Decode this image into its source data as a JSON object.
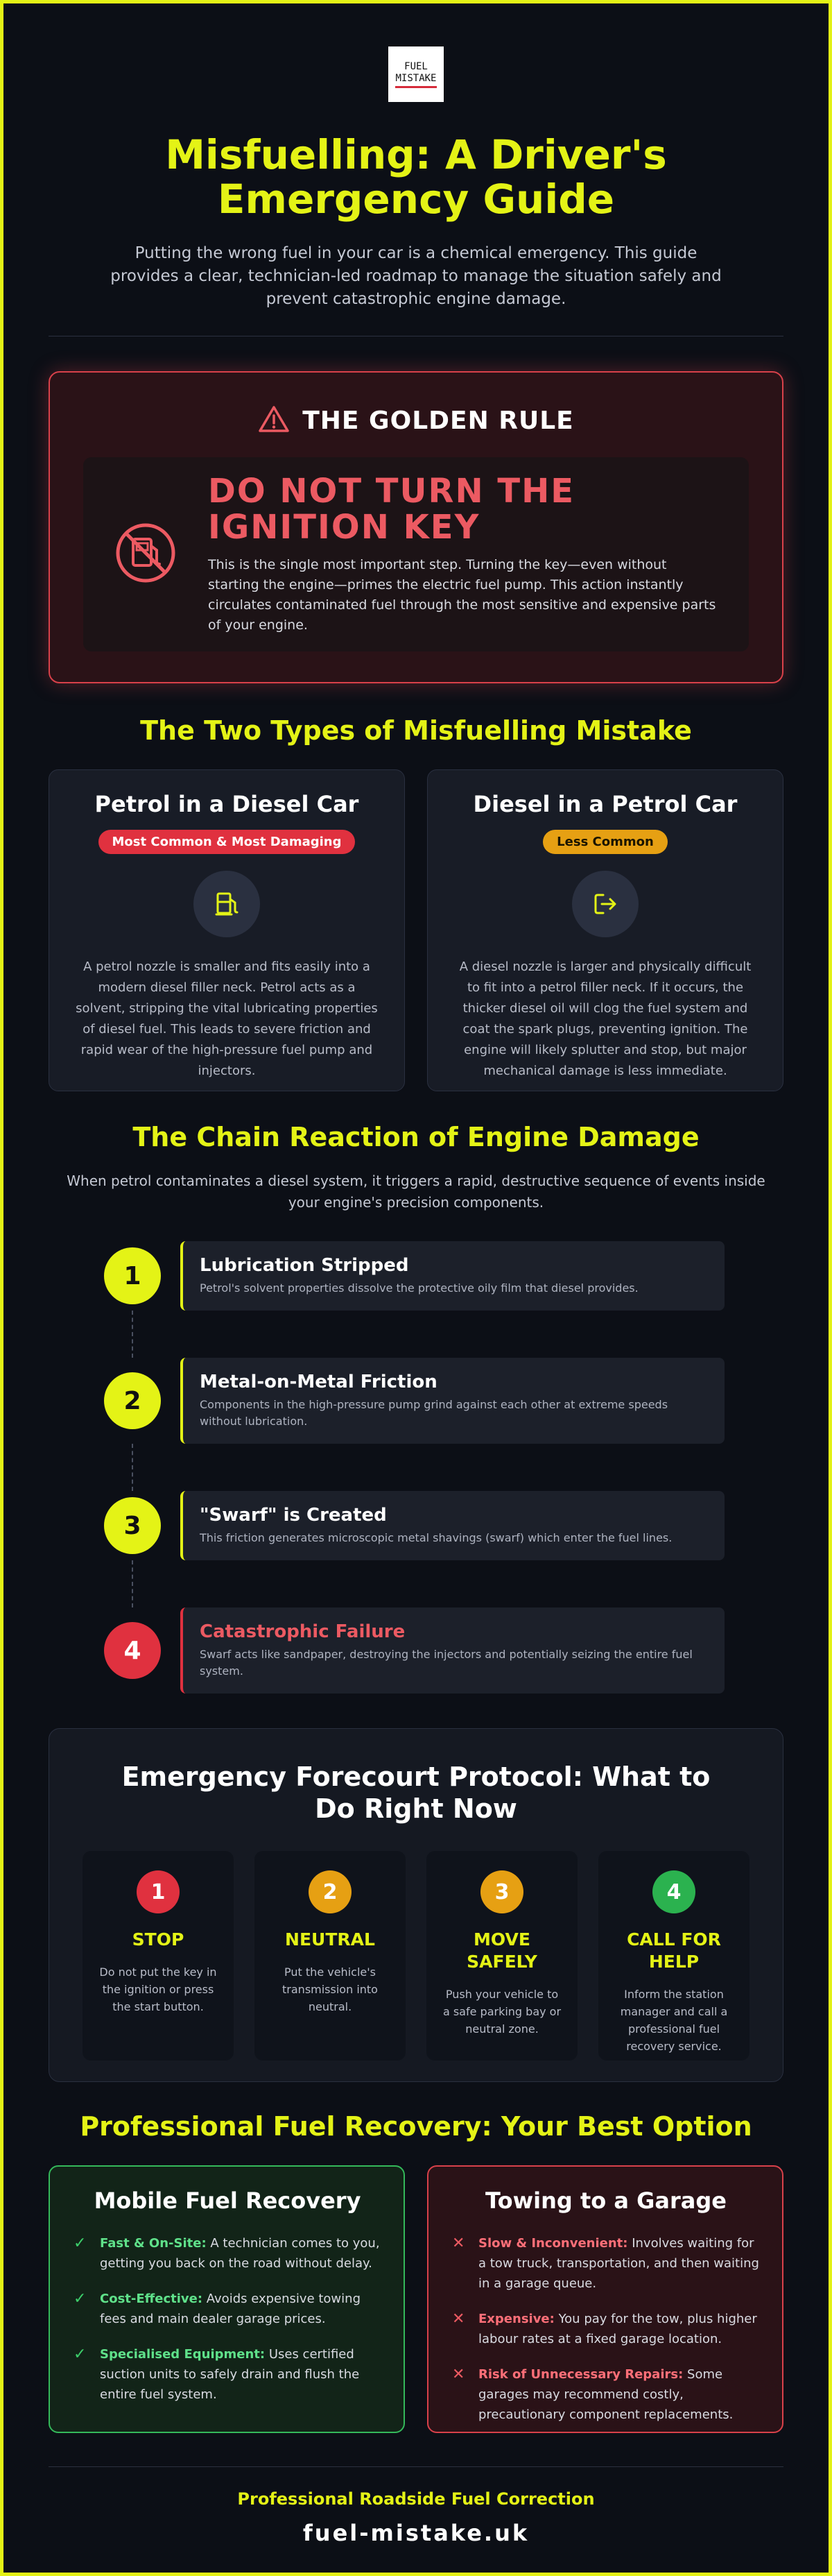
{
  "logo": {
    "line1": "FUEL",
    "line2": "MISTAKE"
  },
  "header": {
    "title": "Misfuelling: A Driver's Emergency Guide",
    "intro": "Putting the wrong fuel in your car is a chemical emergency. This guide provides a clear, technician-led roadmap to manage the situation safely and prevent catastrophic engine damage."
  },
  "golden_rule": {
    "heading": "THE GOLDEN RULE",
    "title": "DO NOT TURN THE IGNITION KEY",
    "text": "This is the single most important step. Turning the key—even without starting the engine—primes the electric fuel pump. This action instantly circulates contaminated fuel through the most sensitive and expensive parts of your engine."
  },
  "mistakes": {
    "title": "The Two Types of Misfuelling Mistake",
    "cards": [
      {
        "title": "Petrol in a Diesel Car",
        "badge": "Most Common & Most Damaging",
        "icon": "fuel-pump-icon",
        "text": "A petrol nozzle is smaller and fits easily into a modern diesel filler neck. Petrol acts as a solvent, stripping the vital lubricating properties of diesel fuel. This leads to severe friction and rapid wear of the high-pressure fuel pump and injectors."
      },
      {
        "title": "Diesel in a Petrol Car",
        "badge": "Less Common",
        "icon": "exit-icon",
        "text": "A diesel nozzle is larger and physically difficult to fit into a petrol filler neck. If it occurs, the thicker diesel oil will clog the fuel system and coat the spark plugs, preventing ignition. The engine will likely splutter and stop, but major mechanical damage is less immediate."
      }
    ]
  },
  "chain": {
    "title": "The Chain Reaction of Engine Damage",
    "intro": "When petrol contaminates a diesel system, it triggers a rapid, destructive sequence of events inside your engine's precision components.",
    "steps": [
      {
        "num": "1",
        "title": "Lubrication Stripped",
        "text": "Petrol's solvent properties dissolve the protective oily film that diesel provides."
      },
      {
        "num": "2",
        "title": "Metal-on-Metal Friction",
        "text": "Components in the high-pressure pump grind against each other at extreme speeds without lubrication."
      },
      {
        "num": "3",
        "title": "\"Swarf\" is Created",
        "text": "This friction generates microscopic metal shavings (swarf) which enter the fuel lines."
      },
      {
        "num": "4",
        "title": "Catastrophic Failure",
        "text": "Swarf acts like sandpaper, destroying the injectors and potentially seizing the entire fuel system."
      }
    ]
  },
  "protocol": {
    "title": "Emergency Forecourt Protocol: What to Do Right Now",
    "steps": [
      {
        "num": "1",
        "title": "STOP",
        "text": "Do not put the key in the ignition or press the start button.",
        "color": "#e0313f"
      },
      {
        "num": "2",
        "title": "NEUTRAL",
        "text": "Put the vehicle's transmission into neutral.",
        "color": "#e6a013"
      },
      {
        "num": "3",
        "title": "MOVE SAFELY",
        "text": "Push your vehicle to a safe parking bay or neutral zone.",
        "color": "#e6a013"
      },
      {
        "num": "4",
        "title": "CALL FOR HELP",
        "text": "Inform the station manager and call a professional fuel recovery service.",
        "color": "#2bb24f"
      }
    ]
  },
  "recovery": {
    "title": "Professional Fuel Recovery: Your Best Option",
    "mobile": {
      "title": "Mobile Fuel Recovery",
      "items": [
        {
          "label": "Fast & On-Site:",
          "text": " A technician comes to you, getting you back on the road without delay."
        },
        {
          "label": "Cost-Effective:",
          "text": " Avoids expensive towing fees and main dealer garage prices."
        },
        {
          "label": "Specialised Equipment:",
          "text": " Uses certified suction units to safely drain and flush the entire fuel system."
        }
      ]
    },
    "towing": {
      "title": "Towing to a Garage",
      "items": [
        {
          "label": "Slow & Inconvenient:",
          "text": " Involves waiting for a tow truck, transportation, and then waiting in a garage queue."
        },
        {
          "label": "Expensive:",
          "text": " You pay for the tow, plus higher labour rates at a fixed garage location."
        },
        {
          "label": "Risk of Unnecessary Repairs:",
          "text": " Some garages may recommend costly, precautionary component replacements."
        }
      ]
    }
  },
  "footer": {
    "tagline": "Professional Roadside Fuel Correction",
    "url": "fuel-mistake.uk"
  },
  "colors": {
    "accent": "#e4f316",
    "danger": "#e0313f",
    "warning": "#e6a013",
    "success": "#2bb24f",
    "background": "#0c0f16"
  }
}
